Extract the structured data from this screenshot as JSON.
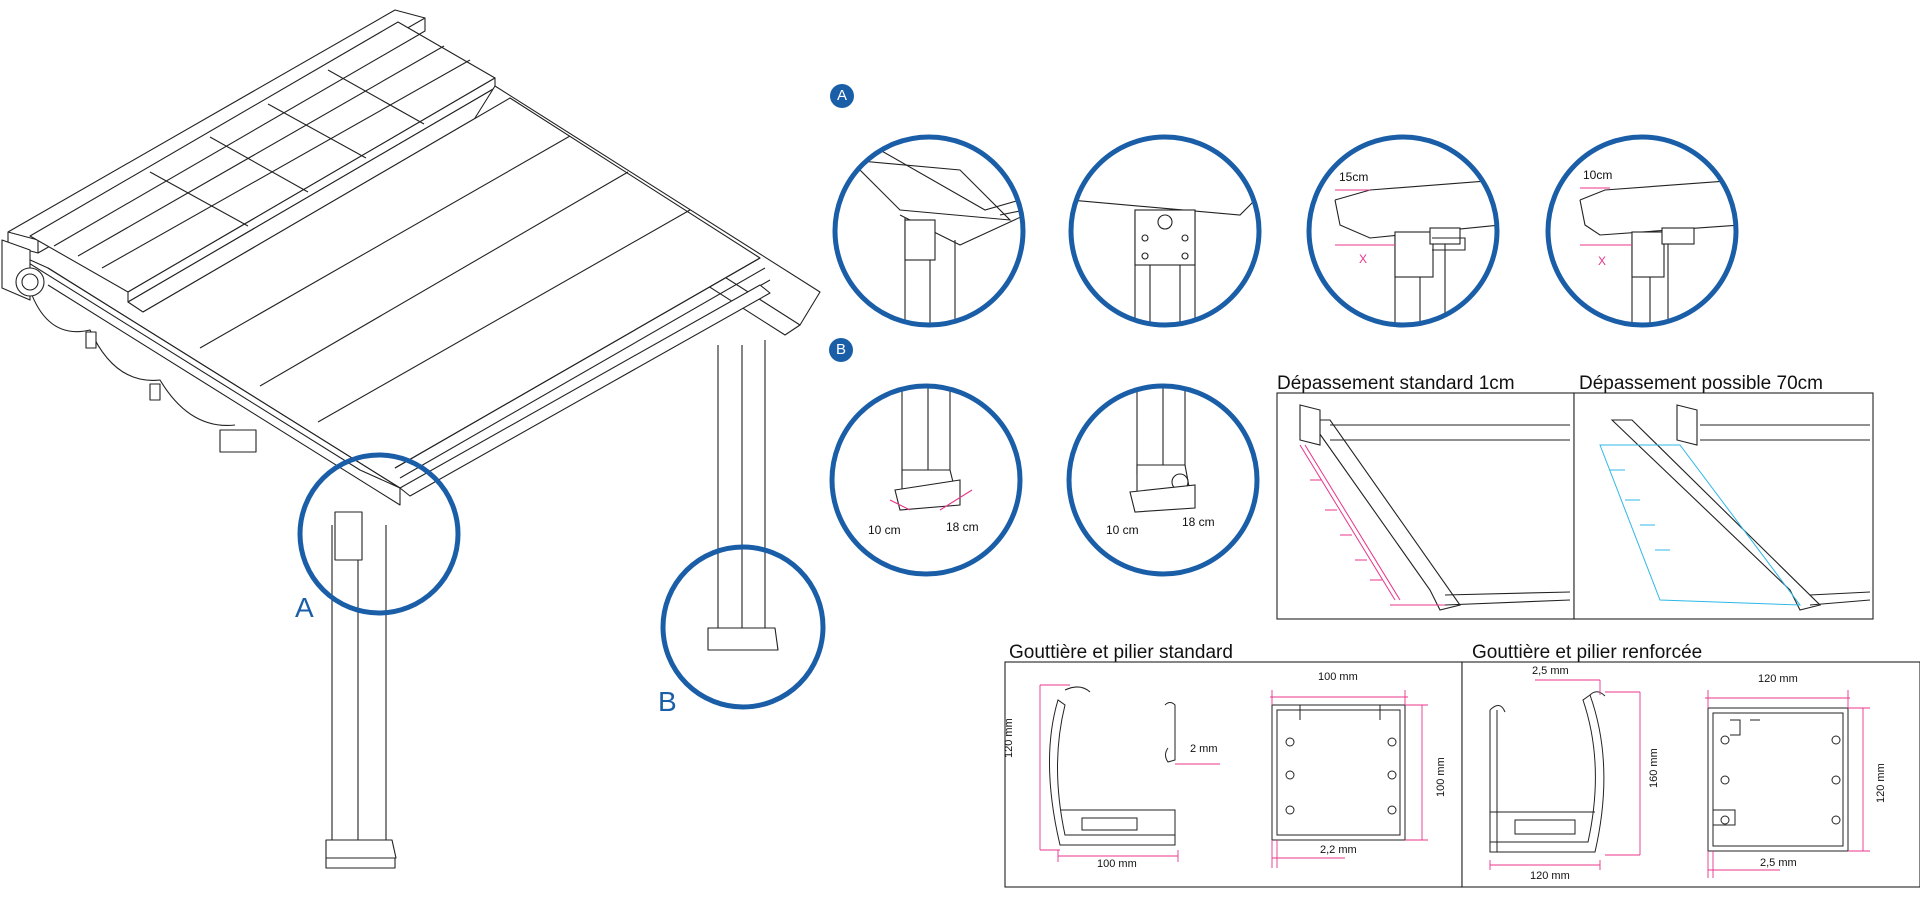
{
  "colors": {
    "blue": "#1b5ea8",
    "magenta": "#e8348b",
    "cyan": "#2fb8e6",
    "line": "#222222"
  },
  "main": {
    "label_a": "A",
    "label_b": "B"
  },
  "section_a": {
    "badge": "A"
  },
  "section_b": {
    "badge": "B"
  },
  "detail_a3": {
    "offset": "15cm",
    "x_mark": "X"
  },
  "detail_a4": {
    "offset": "10cm",
    "x_mark": "X"
  },
  "detail_b1": {
    "width": "10 cm",
    "depth": "18 cm"
  },
  "detail_b2": {
    "width": "10 cm",
    "depth": "18 cm"
  },
  "overhang": {
    "standard_title": "Dépassement standard 1cm",
    "possible_title": "Dépassement possible 70cm"
  },
  "gutter_standard": {
    "title": "Gouttière et pilier standard",
    "gutter_height": "120 mm",
    "gutter_width": "100 mm",
    "gutter_wall": "2 mm",
    "pillar_width": "100 mm",
    "pillar_height": "100 mm",
    "pillar_wall": "2,2 mm"
  },
  "gutter_reinforced": {
    "title": "Gouttière et pilier renforcée",
    "gutter_wall": "2,5 mm",
    "gutter_height": "160 mm",
    "gutter_width": "120 mm",
    "pillar_width": "120 mm",
    "pillar_height": "120 mm",
    "pillar_wall": "2,5 mm"
  }
}
